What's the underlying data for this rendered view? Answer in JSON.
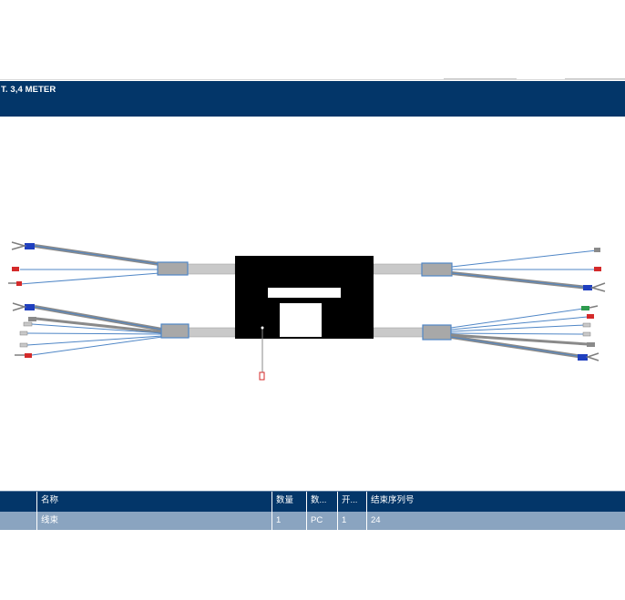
{
  "window": {
    "title": "T. 3,4 METER"
  },
  "diagram": {
    "wire_color": "#4f86c6",
    "cable_color": "#c9c9c9",
    "connector_color": "#a8a8a8",
    "body_color": "#000000",
    "ferrule_red": "#d42a2a",
    "ferrule_blue": "#1f3fbf",
    "ferrule_green": "#2e9b4e"
  },
  "table": {
    "columns": [
      "",
      "名称",
      "数量",
      "数...",
      "开...",
      "结束序列号"
    ],
    "rows": [
      [
        "",
        "线束",
        "1",
        "PC",
        "1",
        "24"
      ]
    ]
  }
}
